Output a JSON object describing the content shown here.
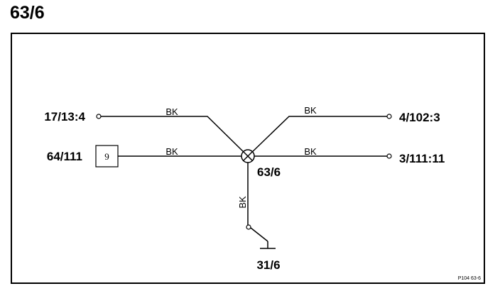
{
  "title": "63/6",
  "diagram": {
    "splice_label": "63/6",
    "ground_label": "31/6",
    "ref_code": "P104  63-6",
    "connectors": {
      "top_left": "17/13:4",
      "mid_left": "64/111",
      "mid_left_pin": "9",
      "top_right": "4/102:3",
      "mid_right": "3/111:11"
    },
    "wire_colors": {
      "top_left": "BK",
      "mid_left": "BK",
      "top_right": "BK",
      "mid_right": "BK",
      "down": "BK"
    }
  }
}
